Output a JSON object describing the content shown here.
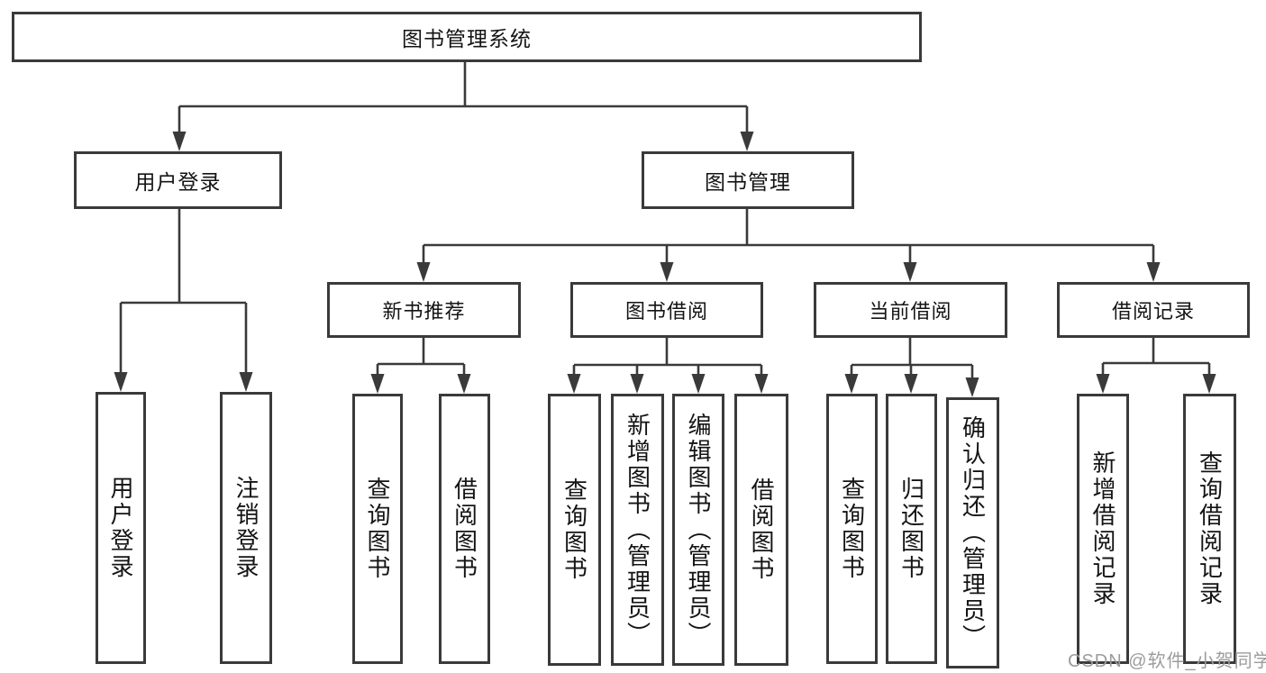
{
  "colors": {
    "line": "#3a3a3a",
    "box_border": "#3a3a3a",
    "text": "#141414",
    "watermark": "#9c9c9c"
  },
  "tree": {
    "root": "图书管理系统",
    "user_login": "用户登录",
    "book_mgmt": "图书管理",
    "user_login_children": {
      "login": "用户登录",
      "logout": "注销登录"
    },
    "book_mgmt_children": {
      "new_book_rec": "新书推荐",
      "book_borrow": "图书借阅",
      "current_borrow": "当前借阅",
      "borrow_records": "借阅记录"
    },
    "new_book_rec_children": {
      "query_books": "查询图书",
      "borrow_books": "借阅图书"
    },
    "book_borrow_children": {
      "query_books": "查询图书",
      "add_books_admin": "新增图书（管理员）",
      "edit_books_admin": "编辑图书（管理员）",
      "borrow_books": "借阅图书"
    },
    "current_borrow_children": {
      "query_books": "查询图书",
      "return_books": "归还图书",
      "confirm_return_admin": "确认归还（管理员）"
    },
    "borrow_records_children": {
      "add_record": "新增借阅记录",
      "query_record": "查询借阅记录"
    }
  },
  "watermark": "CSDN @软件_小贺同学"
}
